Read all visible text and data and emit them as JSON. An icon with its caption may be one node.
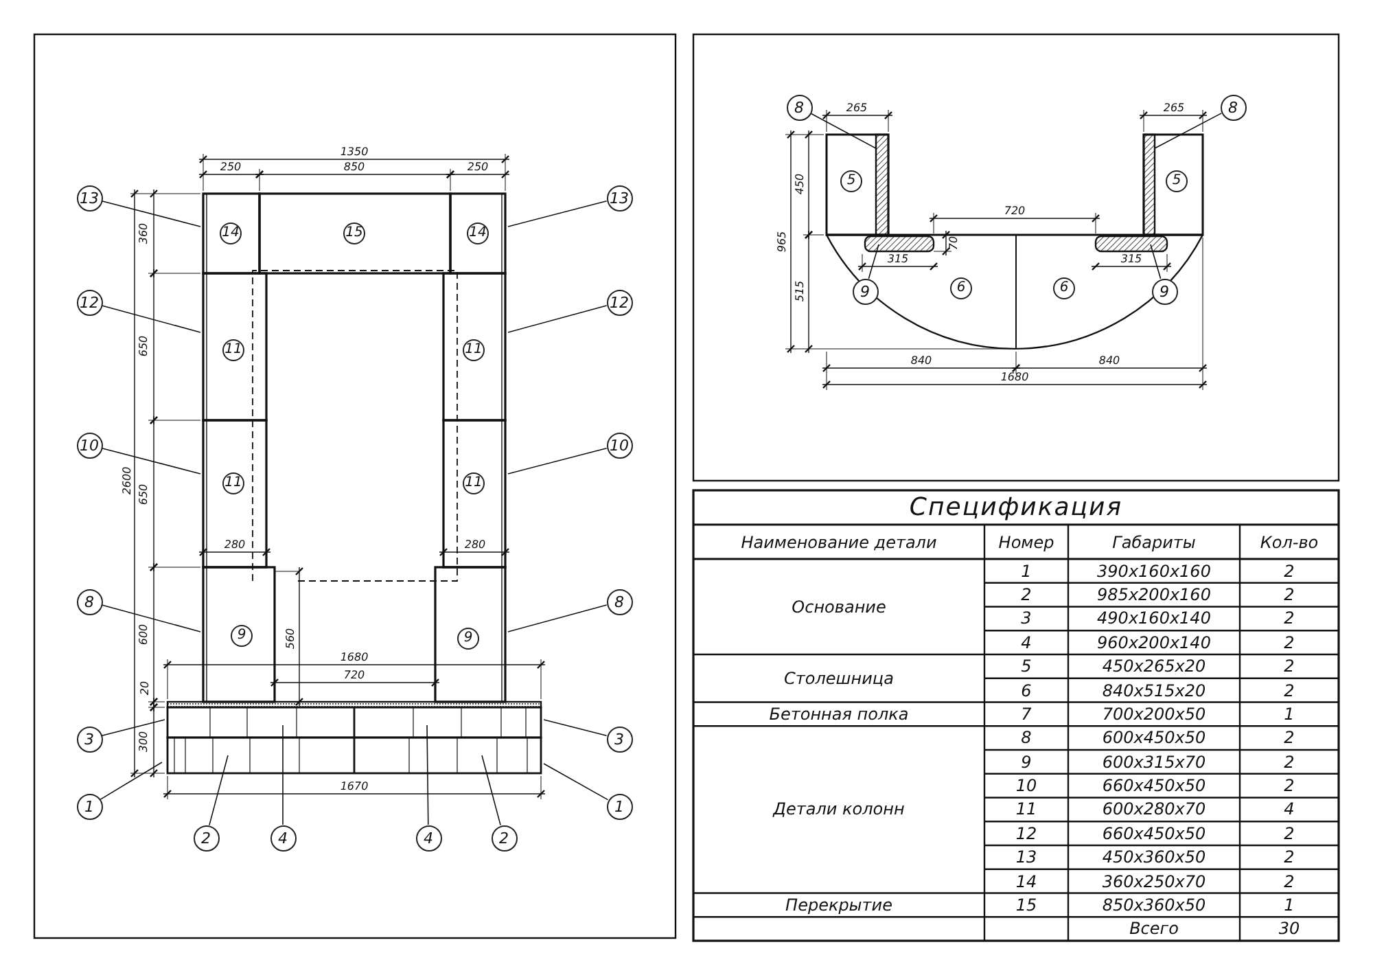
{
  "diagram": {
    "title": "Спецификация",
    "nodes": [
      {
        "text": [
          "13"
        ]
      },
      {
        "text": [
          "13"
        ]
      },
      {
        "text": [
          "12"
        ]
      },
      {
        "text": [
          "12"
        ]
      },
      {
        "text": [
          "10"
        ]
      },
      {
        "text": [
          "10"
        ]
      },
      {
        "text": [
          "8"
        ]
      },
      {
        "text": [
          "8"
        ]
      },
      {
        "text": [
          "3"
        ]
      },
      {
        "text": [
          "3"
        ]
      },
      {
        "text": [
          "1"
        ]
      },
      {
        "text": [
          "1"
        ]
      },
      {
        "text": [
          "2"
        ]
      },
      {
        "text": [
          "4"
        ]
      },
      {
        "text": [
          "4"
        ]
      },
      {
        "text": [
          "2"
        ]
      },
      {
        "text": [
          "8"
        ]
      },
      {
        "text": [
          "8"
        ]
      },
      {
        "text": [
          "9"
        ]
      },
      {
        "text": [
          "9"
        ]
      }
    ],
    "edges": [
      {
        "from": 0,
        "to": null,
        "arrow": "none"
      },
      {
        "from": 1,
        "to": null,
        "arrow": "none"
      },
      {
        "from": 2,
        "to": null,
        "arrow": "none"
      },
      {
        "from": 3,
        "to": null,
        "arrow": "none"
      },
      {
        "from": 4,
        "to": null,
        "arrow": "none"
      },
      {
        "from": 5,
        "to": null,
        "arrow": "none"
      },
      {
        "from": 6,
        "to": null,
        "arrow": "none"
      },
      {
        "from": 7,
        "to": null,
        "arrow": "none"
      },
      {
        "from": 8,
        "to": null,
        "arrow": "none"
      },
      {
        "from": 9,
        "to": null,
        "arrow": "none"
      },
      {
        "from": 10,
        "to": null,
        "arrow": "none"
      },
      {
        "from": 11,
        "to": null,
        "arrow": "none"
      },
      {
        "from": 12,
        "to": null,
        "arrow": "none"
      },
      {
        "from": 13,
        "to": null,
        "arrow": "none"
      },
      {
        "from": 14,
        "to": null,
        "arrow": "none"
      },
      {
        "from": 15,
        "to": null,
        "arrow": "none"
      },
      {
        "from": 16,
        "to": null,
        "arrow": "none"
      },
      {
        "from": 17,
        "to": null,
        "arrow": "none"
      },
      {
        "from": 18,
        "to": null,
        "arrow": "none"
      },
      {
        "from": 19,
        "to": null,
        "arrow": "none"
      }
    ],
    "labels": [
      "1350",
      "250",
      "850",
      "250",
      "360",
      "14",
      "15",
      "14",
      "650",
      "11",
      "11",
      "2600",
      "650",
      "11",
      "11",
      "280",
      "280",
      "600",
      "9",
      "560",
      "9",
      "1680",
      "720",
      "20",
      "300",
      "1670",
      "265",
      "265",
      "450",
      "5",
      "5",
      "965",
      "720",
      "70",
      "315",
      "315",
      "515",
      "6",
      "6",
      "840",
      "840",
      "1680",
      "Наименование детали",
      "Номер",
      "Габариты",
      "Кол-во",
      "Основание",
      "1",
      "390x160x160",
      "2",
      "2",
      "985x200x160",
      "2",
      "3",
      "490x160x140",
      "2",
      "4",
      "960x200x140",
      "2",
      "Столешница",
      "5",
      "450x265x20",
      "2",
      "6",
      "840x515x20",
      "2",
      "Бетонная полка",
      "7",
      "700x200x50",
      "1",
      "Детали колонн",
      "8",
      "600x450x50",
      "2",
      "9",
      "600x315x70",
      "2",
      "10",
      "660x450x50",
      "2",
      "11",
      "600x280x70",
      "4",
      "12",
      "660x450x50",
      "2",
      "13",
      "450x360x50",
      "2",
      "14",
      "360x250x70",
      "2",
      "Перекрытие",
      "15",
      "850x360x50",
      "1",
      "Всего",
      "30"
    ]
  }
}
